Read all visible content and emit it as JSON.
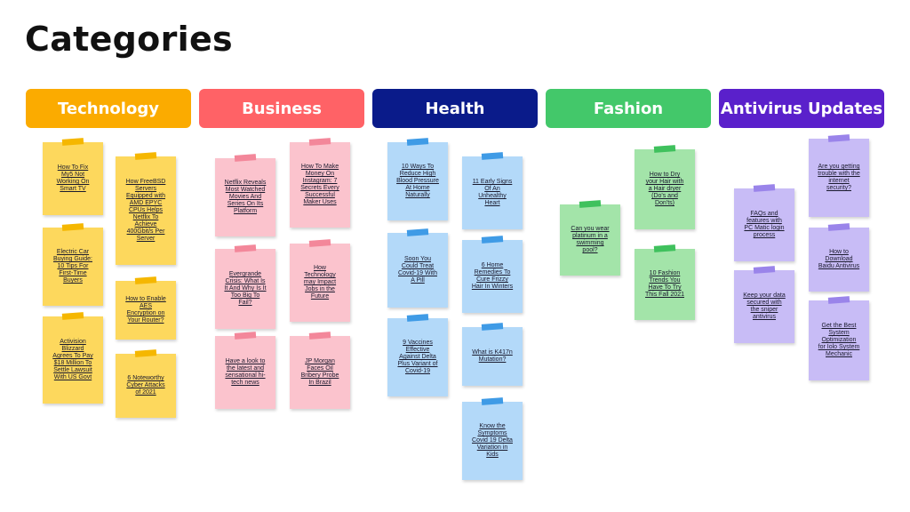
{
  "page": {
    "title": "Categories"
  },
  "colors": {
    "technology": "#fbab00",
    "business": "#ff6266",
    "health": "#0a1b8a",
    "fashion": "#43c86a",
    "antivirus": "#5a20cb"
  },
  "categories": [
    {
      "label": "Technology"
    },
    {
      "label": "Business"
    },
    {
      "label": "Health"
    },
    {
      "label": "Fashion"
    },
    {
      "label": "Antivirus Updates"
    }
  ],
  "notes": {
    "technology": [
      "How To Fix My5 Not Working On Smart TV",
      "Electric Car Buying Guide: 10 Tips For First-Time Buyers",
      "Activision Blizzard Agrees To Pay $18 Million To Settle Lawsuit With US Govt",
      "How FreeBSD Servers Equipped with AMD EPYC CPUs Helps Netflix To Achieve 400Gbit/s Per Server",
      "How to Enable AES Encryption on Your Router?",
      "6 Noteworthy Cyber Attacks of 2021"
    ],
    "business": [
      "Netflix Reveals Most Watched Movies And Series On Its Platform",
      "Evergrande Crisis: What Is It And Why Is It Too Big To Fail?",
      "Have a look to the latest and sensational hi-tech news",
      "How To Make Money On Instagram: 7 Secrets Every Successful Maker Uses",
      "How Technology may Impact Jobs in the Future",
      "JP Morgan Faces Oil Bribery Probe In Brazil"
    ],
    "health": [
      "10 Ways To Reduce High Blood Pressure At Home Naturally",
      "Soon You Could Treat Covid-19 With A Pill",
      "9 Vaccines Effective Against Delta Plus Variant of Covid-19",
      "11 Early Signs Of An Unhealthy Heart",
      "6 Home Remedies To Cure Frizzy Hair In Winters",
      "What is K417n Mutation?",
      "Know the Symptoms Covid 19 Delta Variation in Kids"
    ],
    "fashion": [
      "Can you wear platinum in a swimming pool?",
      "How to Dry your Hair with a Hair dryer (Do's and Don'ts)",
      "10 Fashion Trends You Have To Try This Fall 2021"
    ],
    "antivirus": [
      "FAQs and features with PC Matic login process",
      "Keep your data secured with the sniper antivirus",
      "Are you getting trouble with the internet security?",
      "How to Download Baidu Antivirus",
      "Get the Best System Optimization for Iolo System Mechanic"
    ]
  }
}
